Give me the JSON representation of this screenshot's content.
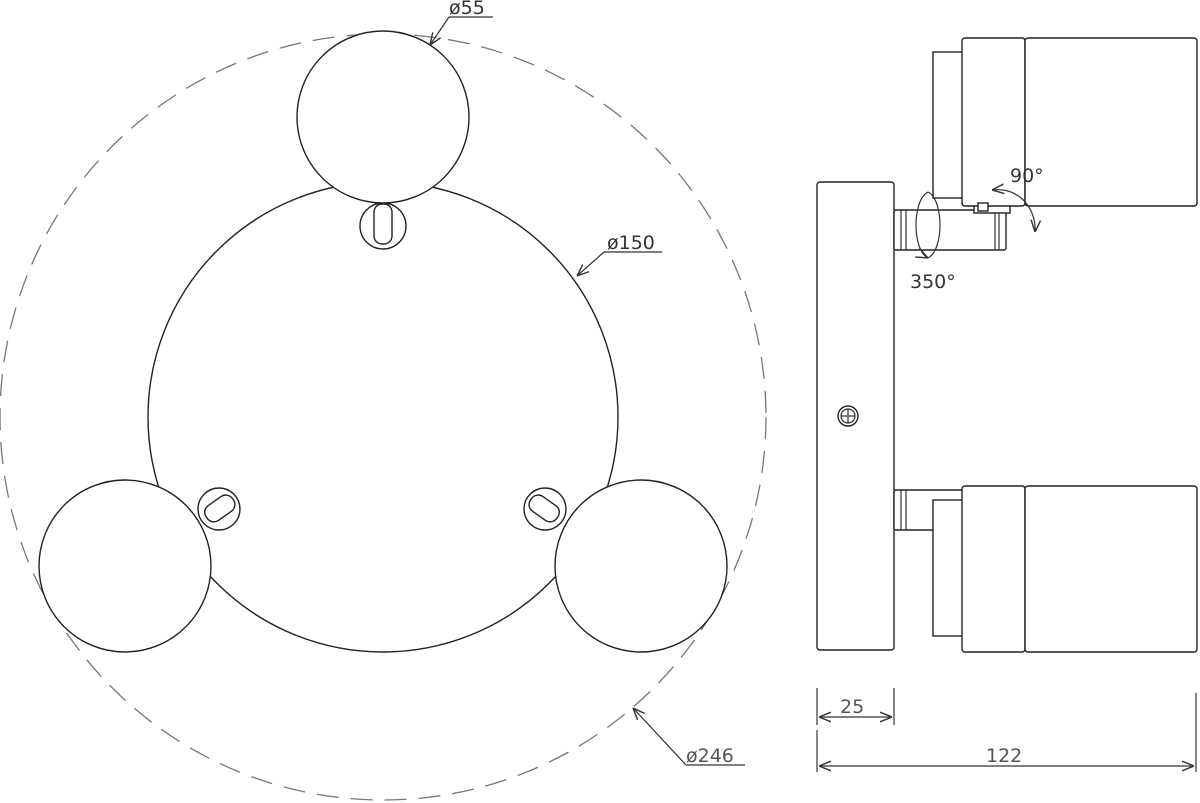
{
  "drawing": {
    "front_view": {
      "spot_diameter": "ø55",
      "base_diameter": "ø150",
      "outer_diameter": "ø246"
    },
    "side_view": {
      "tilt_angle": "90°",
      "rotation_angle": "350°",
      "base_depth": "25",
      "total_depth": "122"
    }
  }
}
